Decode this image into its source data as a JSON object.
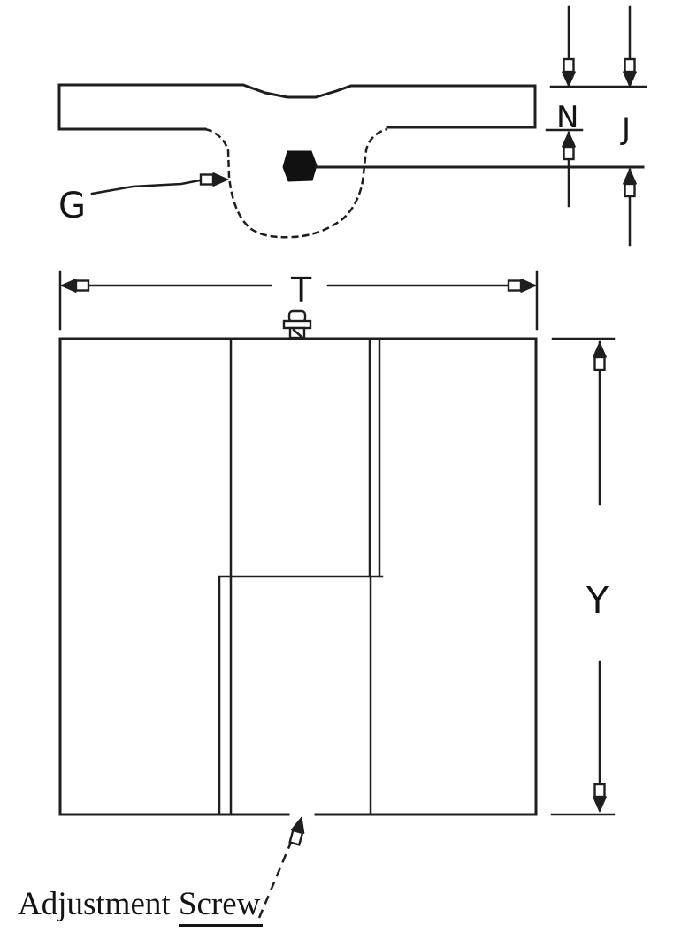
{
  "cross_section_view": {
    "label_g": "G",
    "dimension_n": "N",
    "dimension_j": "J"
  },
  "front_view": {
    "dimension_t": "T",
    "dimension_y": "Y",
    "annotation": {
      "text_regular": "Adjustment",
      "text_underlined": "Screw"
    }
  },
  "colors": {
    "line": "#1e1e1e",
    "background": "#ffffff"
  }
}
